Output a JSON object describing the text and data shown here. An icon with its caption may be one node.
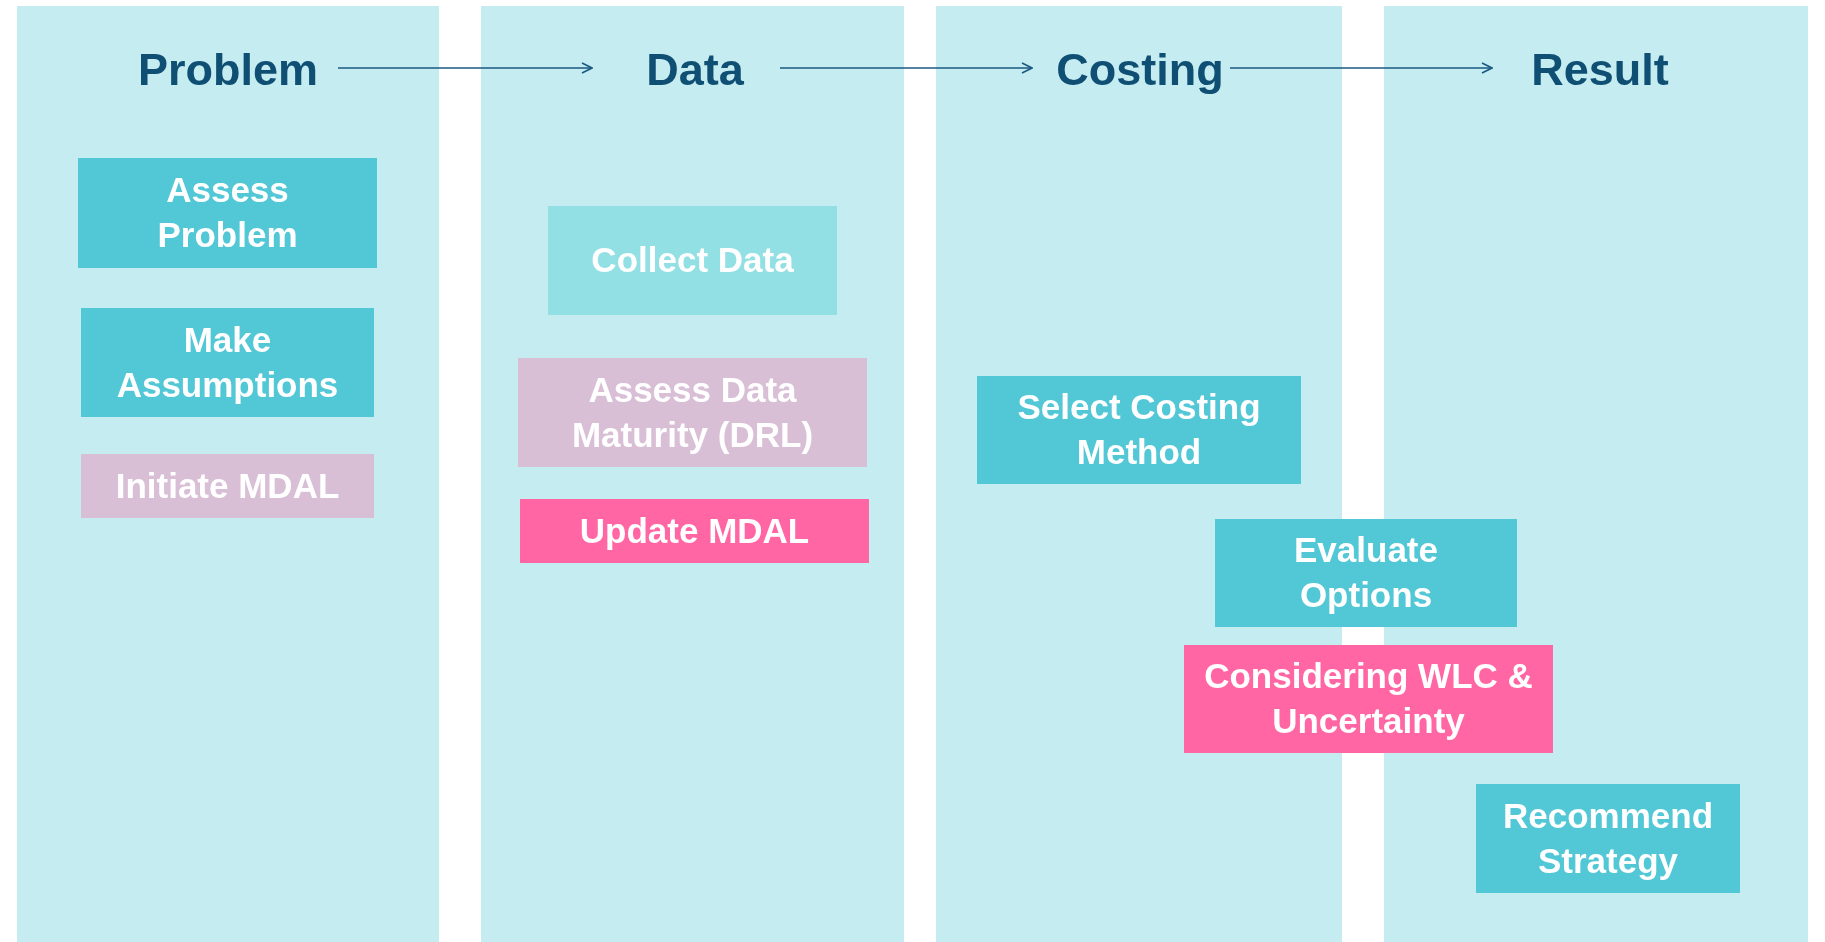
{
  "diagram": {
    "nodes": [
      {
        "text": [
          "Problem"
        ]
      },
      {
        "text": [
          "Data"
        ]
      },
      {
        "text": [
          "Costing"
        ]
      },
      {
        "text": [
          "Result"
        ]
      },
      {
        "text": [
          "Assess Problem"
        ]
      },
      {
        "text": [
          "Make Assumptions"
        ]
      },
      {
        "text": [
          "Initiate MDAL"
        ]
      },
      {
        "text": [
          "Collect Data"
        ]
      },
      {
        "text": [
          "Assess Data Maturity (DRL)"
        ]
      },
      {
        "text": [
          "Update MDAL"
        ]
      },
      {
        "text": [
          "Select Costing Method"
        ]
      },
      {
        "text": [
          "Evaluate Options"
        ]
      },
      {
        "text": [
          "Considering WLC & Uncertainty"
        ]
      },
      {
        "text": [
          "Recommend Strategy"
        ]
      }
    ],
    "edges": [
      {
        "from": 0,
        "to": 1,
        "arrow": "to"
      },
      {
        "from": 1,
        "to": 2,
        "arrow": "to"
      },
      {
        "from": 2,
        "to": 3,
        "arrow": "to"
      }
    ]
  }
}
